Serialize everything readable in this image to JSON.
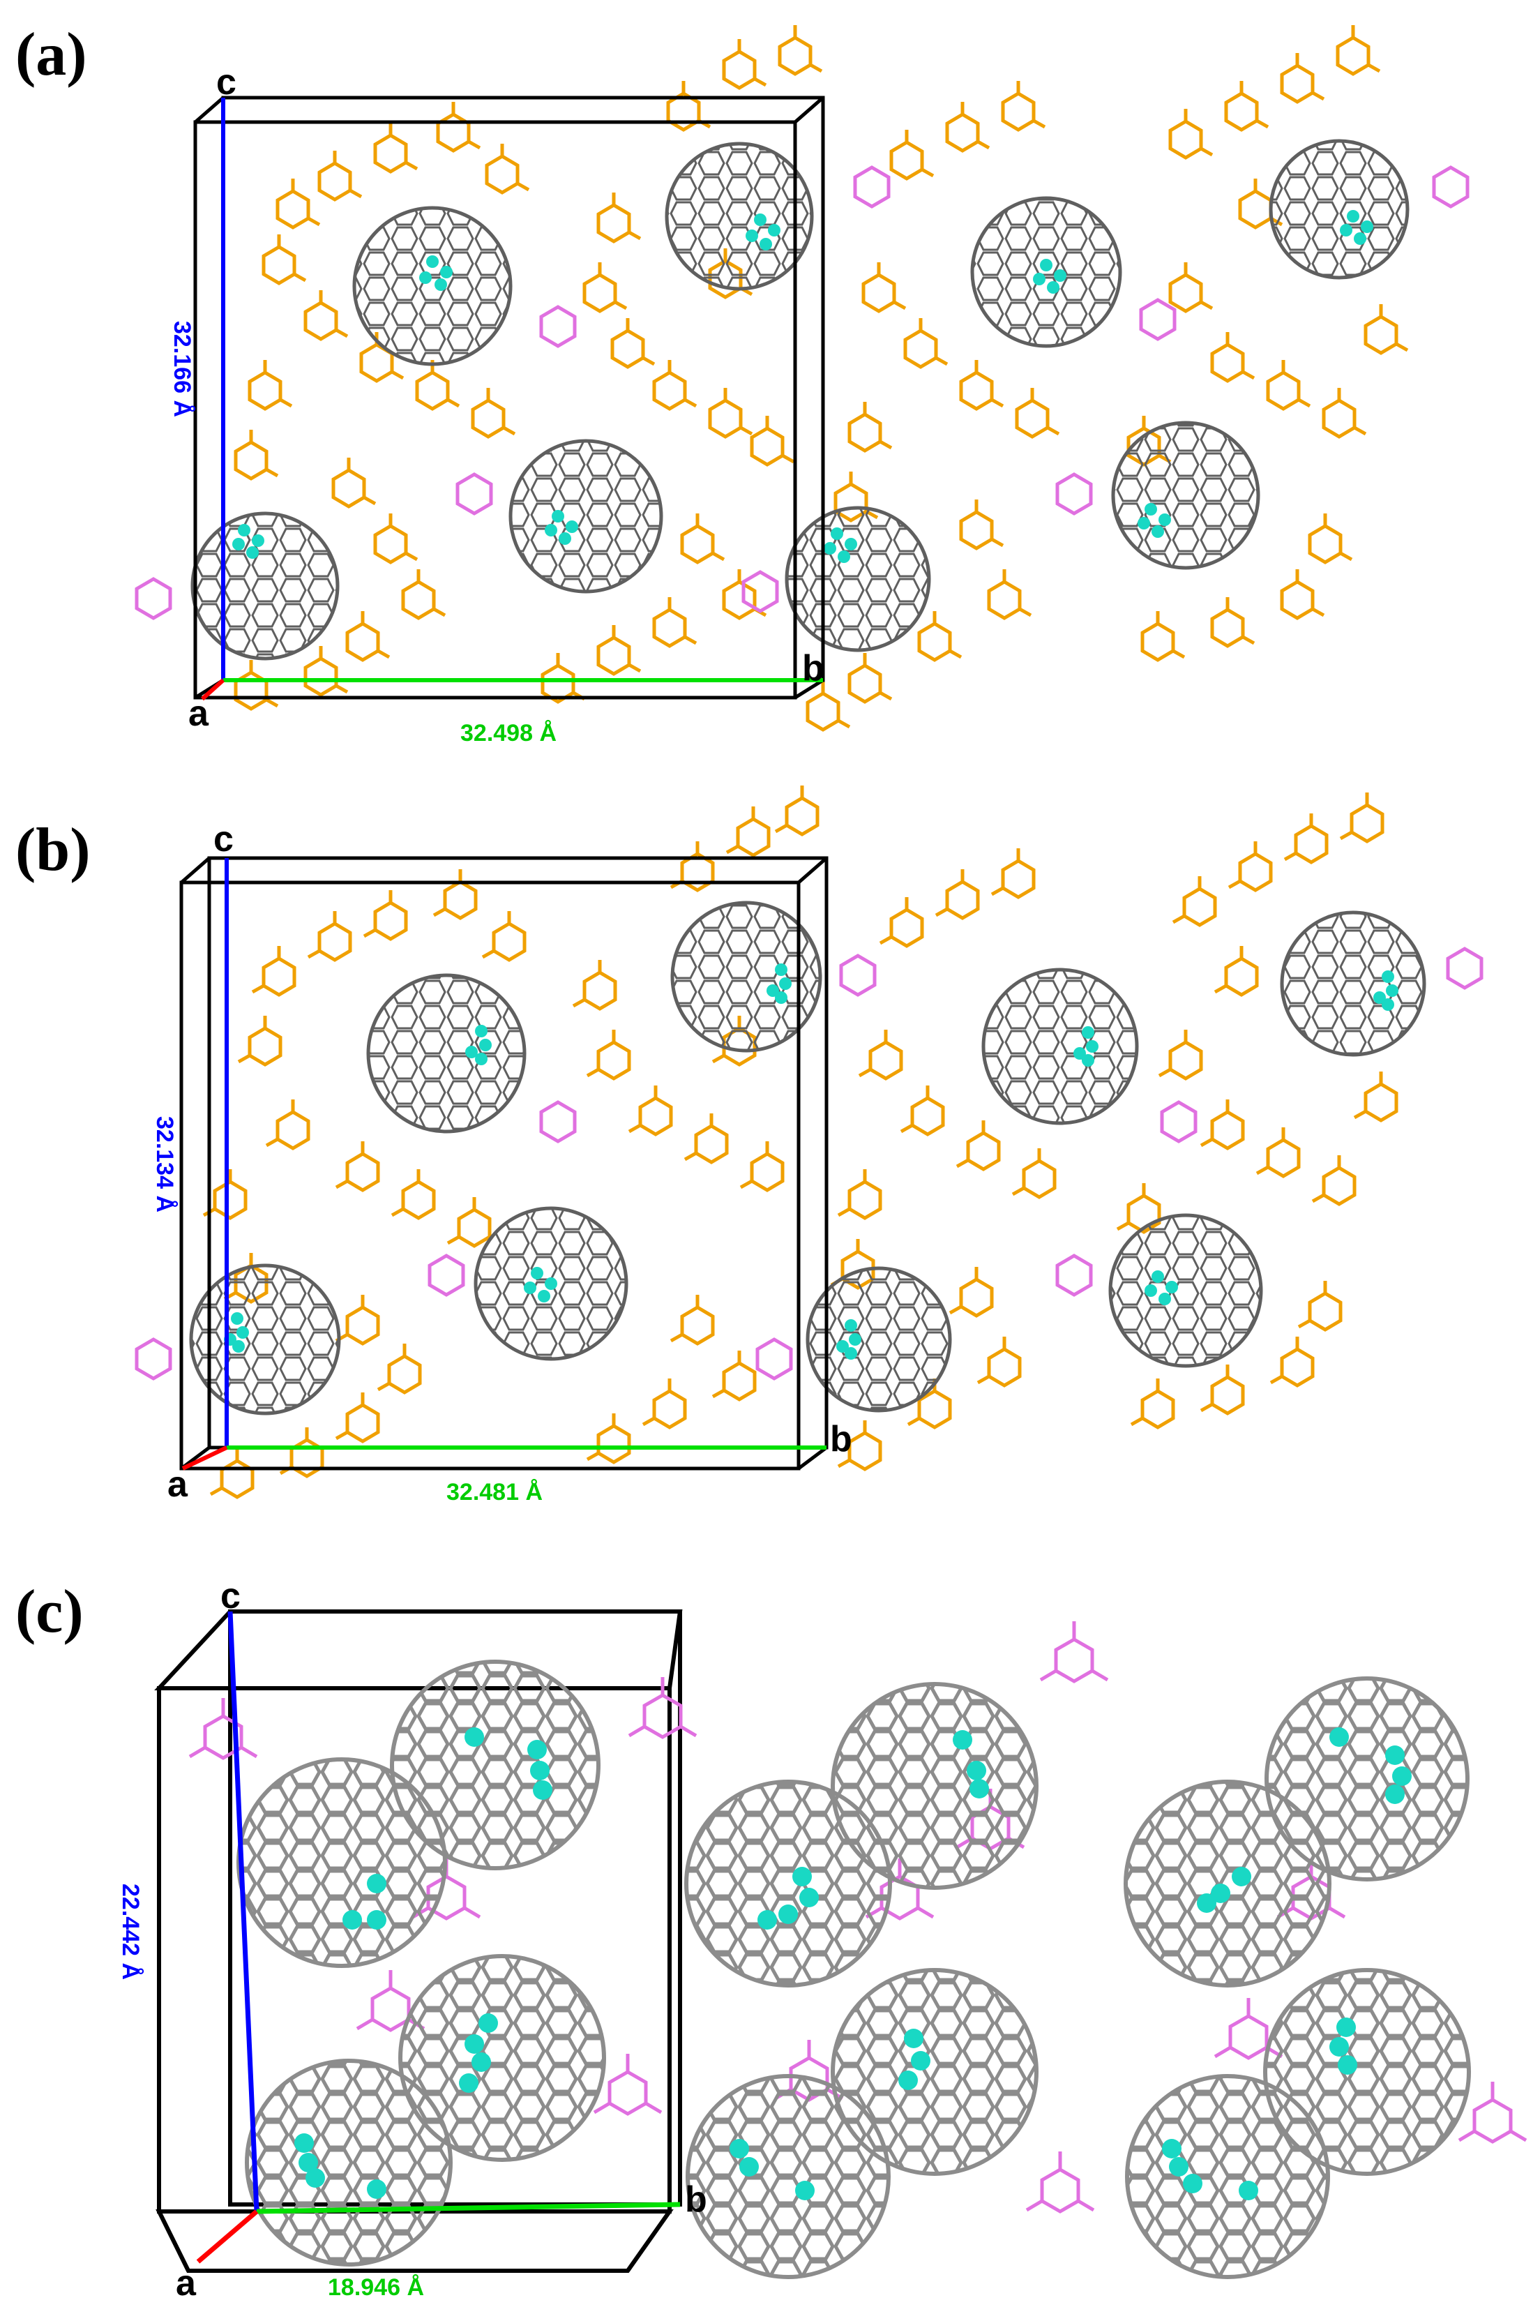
{
  "panels": [
    {
      "label": "(a)",
      "axes": {
        "a": "a",
        "b": "b",
        "c": "c"
      },
      "dim_c": "32.166 Å",
      "dim_b": "32.498 Å"
    },
    {
      "label": "(b)",
      "axes": {
        "a": "a",
        "b": "b",
        "c": "c"
      },
      "dim_c": "32.134 Å",
      "dim_b": "32.481 Å"
    },
    {
      "label": "(c)",
      "axes": {
        "a": "a",
        "b": "b",
        "c": "c"
      },
      "dim_c": "22.442 Å",
      "dim_b": "18.946 Å"
    }
  ],
  "colors": {
    "fullerene": "#5f5f5f",
    "fullerene_c": "#8c8c8c",
    "endohedral": "#19d8c4",
    "porphyrin": "#f0a000",
    "solvent": "#e070e0",
    "axis_a": "#ff0000",
    "axis_b": "#00e000",
    "axis_c": "#0000ff",
    "cell": "#000000"
  }
}
